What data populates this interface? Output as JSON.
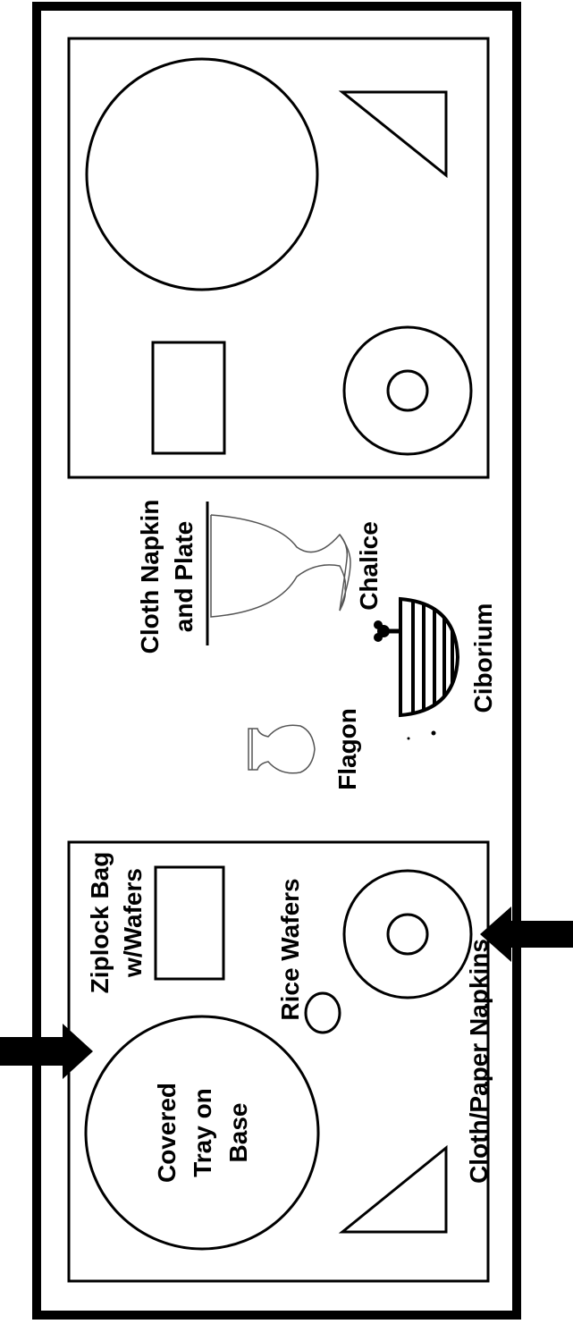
{
  "labels": {
    "cloth_napkin_plate_line1": "Cloth Napkin",
    "cloth_napkin_plate_line2": "and Plate",
    "chalice": "Chalice",
    "ciborium": "Ciborium",
    "flagon": "Flagon",
    "ziplock_line1": "Ziplock Bag",
    "ziplock_line2": "w/Wafers",
    "rice_wafers": "Rice Wafers",
    "covered_tray_line1": "Covered",
    "covered_tray_line2": "Tray on",
    "covered_tray_line3": "Base",
    "cloth_paper_napkins": "Cloth/Paper Napkins"
  },
  "colors": {
    "stroke": "#000000",
    "fill": "#ffffff",
    "light_stroke": "#555555"
  }
}
